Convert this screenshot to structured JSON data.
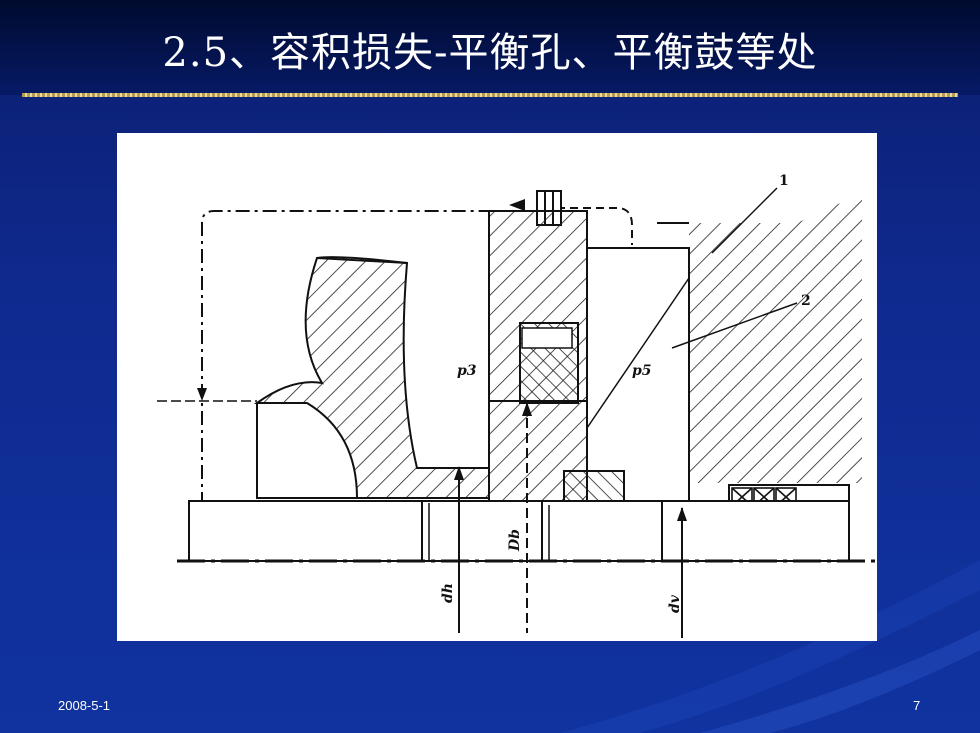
{
  "slide": {
    "title": "2.5、容积损失-平衡孔、平衡鼓等处",
    "footer_date": "2008-5-1",
    "page_number": "7"
  },
  "figure": {
    "labels": {
      "p3": "p3",
      "p5": "p5",
      "part1": "1",
      "part2": "2",
      "dh": "dh",
      "Db": "Db",
      "dv": "dv"
    }
  },
  "colors": {
    "background": "#0f2a8f",
    "title_text": "#ffffff",
    "title_rule": "#e0c060"
  }
}
